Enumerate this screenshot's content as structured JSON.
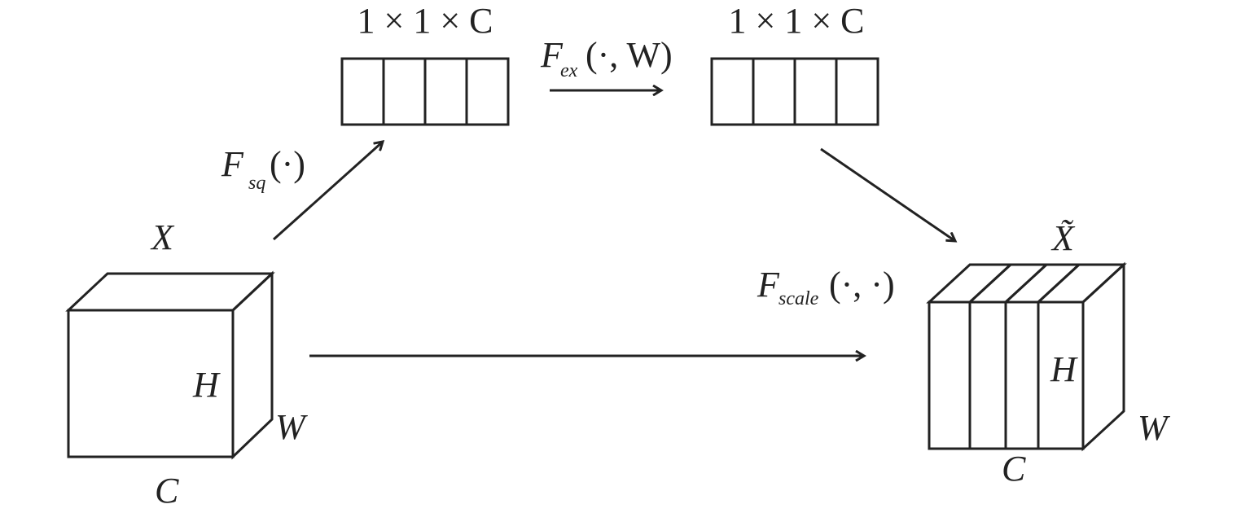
{
  "labels": {
    "dims_left": "1 × 1 × C",
    "dims_right": "1 × 1 × C",
    "f_sq_main": "F",
    "f_sq_sub": "sq",
    "f_sq_args": "(·)",
    "f_ex_main": "F",
    "f_ex_sub": "ex",
    "f_ex_args": "(·, W)",
    "f_scale_main": "F",
    "f_scale_sub": "scale",
    "f_scale_args": "(·, ·)",
    "x_label": "X",
    "x_tilde_label": "X̃",
    "h_left": "H",
    "w_left": "W",
    "c_left": "C",
    "h_right": "H",
    "w_right": "W",
    "c_right": "C"
  },
  "colors": {
    "stroke": "#222222",
    "left_side_face": "#dedede",
    "excitation_cells": [
      "#ffffff",
      "#9b9ca0",
      "#55575e",
      "#252525"
    ],
    "scaled_front": [
      "#ededec",
      "#75777e",
      "#37393d",
      "#252525"
    ],
    "scaled_top": [
      "#f0f0f0",
      "#a2a3a7",
      "#6a6c72",
      "#505259"
    ]
  }
}
